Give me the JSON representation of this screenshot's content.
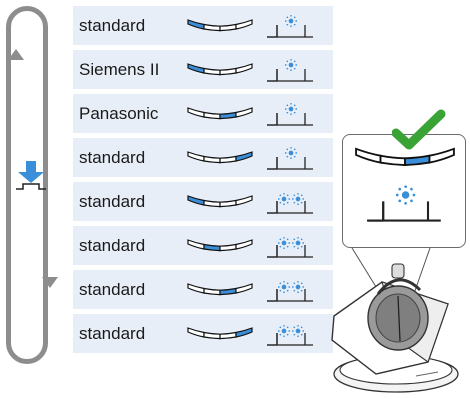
{
  "rows": [
    {
      "label": "standard",
      "active_segment": 0,
      "light_pattern": "single"
    },
    {
      "label": "Siemens II",
      "active_segment": 0,
      "light_pattern": "single"
    },
    {
      "label": "Panasonic",
      "active_segment": 2,
      "light_pattern": "single"
    },
    {
      "label": "standard",
      "active_segment": 3,
      "light_pattern": "single"
    },
    {
      "label": "standard",
      "active_segment": 0,
      "light_pattern": "double"
    },
    {
      "label": "standard",
      "active_segment": 1,
      "light_pattern": "double"
    },
    {
      "label": "standard",
      "active_segment": 2,
      "light_pattern": "double"
    },
    {
      "label": "standard",
      "active_segment": 3,
      "light_pattern": "double"
    }
  ],
  "callout": {
    "active_segment": 2,
    "light_pattern": "single"
  },
  "colors": {
    "accent_blue": "#3a8fd8",
    "row_background": "#e8eef8",
    "loop_gray": "#8d8d8d",
    "checkmark_green": "#3aa335"
  },
  "icons": [
    "cycle-arrow-icon",
    "button-press-icon",
    "checkmark-icon",
    "headset-base-icon"
  ]
}
